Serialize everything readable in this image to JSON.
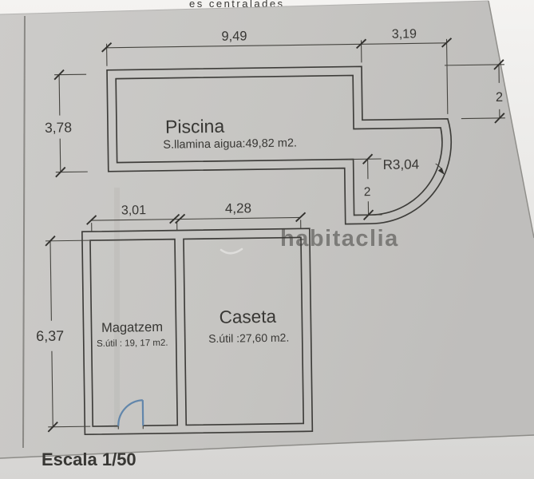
{
  "photo": {
    "top_cut_text": "es centralades.",
    "watermark": "habitaclia",
    "scale_label": "Escala 1/50"
  },
  "pool": {
    "title": "Piscina",
    "area": "S.llamina aigua:49,82 m2.",
    "dim_width_main": "9,49",
    "dim_width_right": "3,19",
    "dim_height_left": "3,78",
    "dim_drop_right": "2",
    "dim_radius": "R3,04",
    "dim_drop_bottom": "2"
  },
  "building": {
    "room_left": {
      "title": "Magatzem",
      "area": "S.útil : 19, 17 m2."
    },
    "room_right": {
      "title": "Caseta",
      "area": "S.útil :27,60 m2."
    },
    "dim_width_left_room": "3,01",
    "dim_width_right_room": "4,28",
    "dim_height_left": "6,37"
  },
  "colors": {
    "paper": "#c8c7c4",
    "line": "#3d3c39",
    "door_blue": "#6286ab",
    "watermark_white": "#f6f6f4"
  }
}
